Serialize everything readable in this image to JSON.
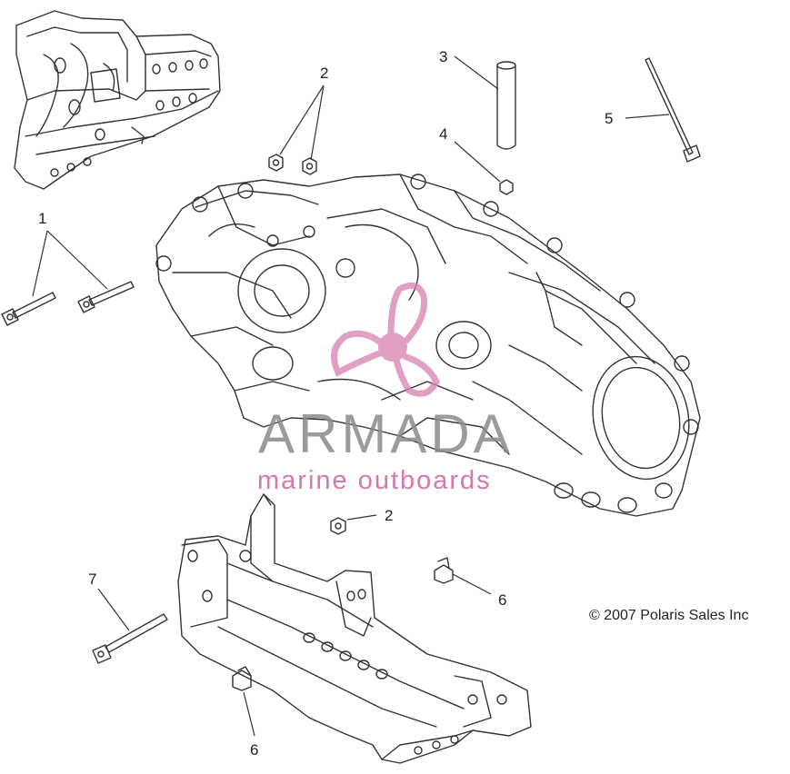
{
  "callouts": [
    {
      "id": "c1a",
      "text": "1"
    },
    {
      "id": "c2a",
      "text": "2"
    },
    {
      "id": "c3",
      "text": "3"
    },
    {
      "id": "c4",
      "text": "4"
    },
    {
      "id": "c5",
      "text": "5"
    },
    {
      "id": "c2b",
      "text": "2"
    },
    {
      "id": "c6a",
      "text": "6"
    },
    {
      "id": "c7",
      "text": "7"
    },
    {
      "id": "c6b",
      "text": "6"
    }
  ],
  "copyright": "© 2007 Polaris Sales Inc",
  "watermark": {
    "title": "ARMADA",
    "subtitle": "marine outboards",
    "accent_color": "#c9589c",
    "gray_color": "#8a8a8a"
  },
  "line_color": "#333333"
}
